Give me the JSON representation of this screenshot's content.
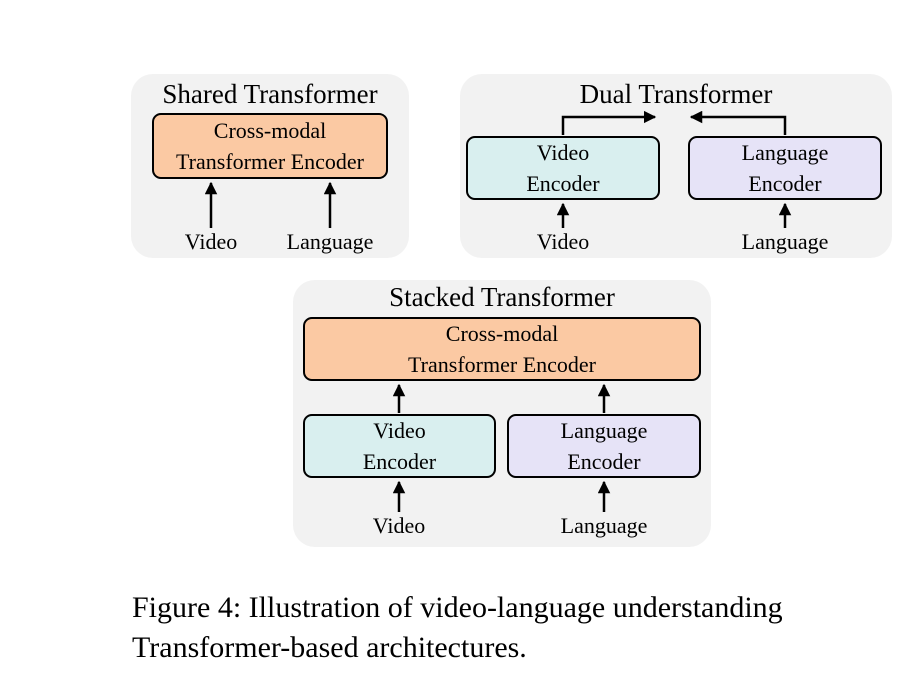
{
  "shared": {
    "title": "Shared Transformer",
    "encoder": {
      "line1": "Cross-modal",
      "line2": "Transformer Encoder"
    },
    "inputs": {
      "video": "Video",
      "language": "Language"
    }
  },
  "dual": {
    "title": "Dual Transformer",
    "video_encoder": {
      "line1": "Video",
      "line2": "Encoder"
    },
    "language_encoder": {
      "line1": "Language",
      "line2": "Encoder"
    },
    "inputs": {
      "video": "Video",
      "language": "Language"
    }
  },
  "stacked": {
    "title": "Stacked Transformer",
    "encoder": {
      "line1": "Cross-modal",
      "line2": "Transformer Encoder"
    },
    "video_encoder": {
      "line1": "Video",
      "line2": "Encoder"
    },
    "language_encoder": {
      "line1": "Language",
      "line2": "Encoder"
    },
    "inputs": {
      "video": "Video",
      "language": "Language"
    }
  },
  "caption": {
    "line1": "Figure 4: Illustration of video-language understanding",
    "line2": "Transformer-based architectures."
  },
  "colors": {
    "panel_bg": "#f2f2f2",
    "cross_modal": "#fbc9a3",
    "video_encoder": "#d9efef",
    "language_encoder": "#e6e3f7"
  }
}
